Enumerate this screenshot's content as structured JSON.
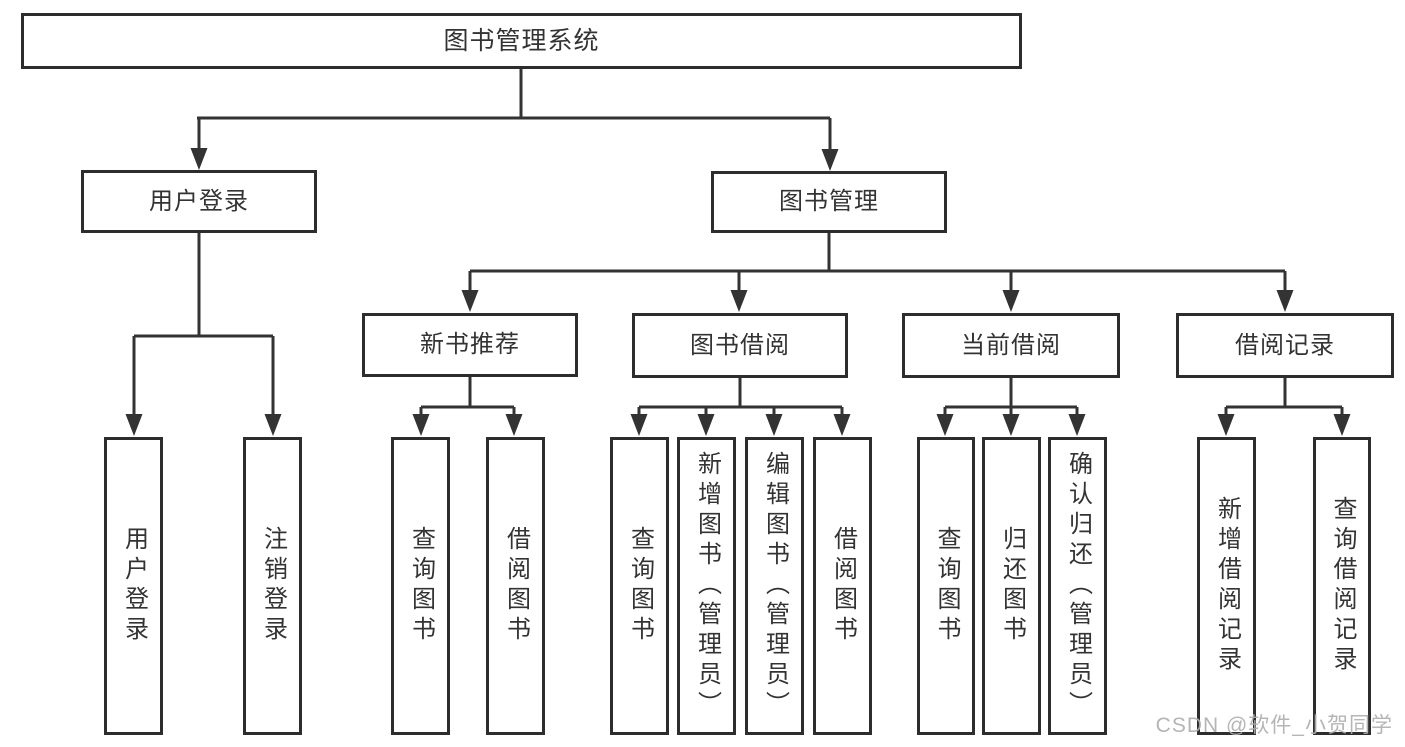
{
  "diagram": {
    "root": {
      "label": "图书管理系统"
    },
    "branches": [
      {
        "label": "用户登录",
        "children": [
          {
            "label": "用户登录"
          },
          {
            "label": "注销登录"
          }
        ]
      },
      {
        "label": "图书管理",
        "children": [
          {
            "label": "新书推荐",
            "children": [
              {
                "label": "查询图书"
              },
              {
                "label": "借阅图书"
              }
            ]
          },
          {
            "label": "图书借阅",
            "children": [
              {
                "label": "查询图书"
              },
              {
                "label": "新增图书（管理员）"
              },
              {
                "label": "编辑图书（管理员）"
              },
              {
                "label": "借阅图书"
              }
            ]
          },
          {
            "label": "当前借阅",
            "children": [
              {
                "label": "查询图书"
              },
              {
                "label": "归还图书"
              },
              {
                "label": "确认归还（管理员）"
              }
            ]
          },
          {
            "label": "借阅记录",
            "children": [
              {
                "label": "新增借阅记录"
              },
              {
                "label": "查询借阅记录"
              }
            ]
          }
        ]
      }
    ]
  },
  "watermark": {
    "text": "CSDN @软件_小贺同学"
  },
  "colors": {
    "line": "#333333",
    "box_border": "#2d2d2d",
    "text": "#333333",
    "watermark": "#afafaf",
    "background": "#ffffff"
  }
}
